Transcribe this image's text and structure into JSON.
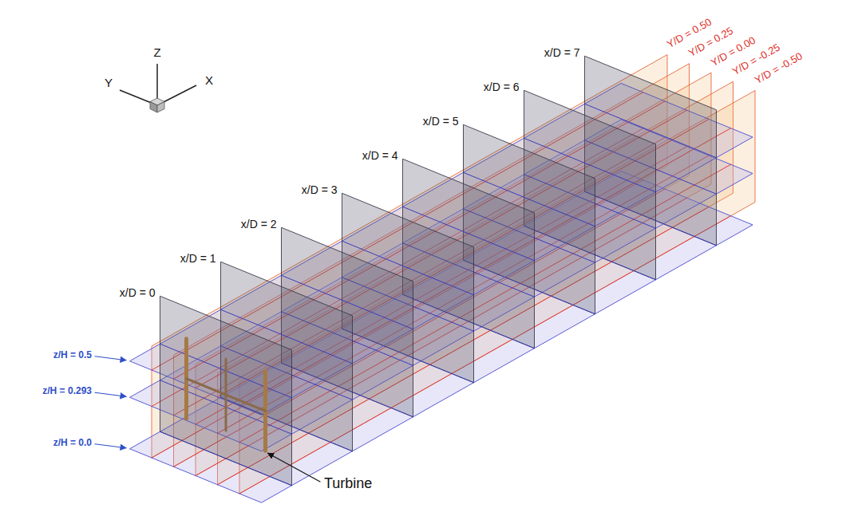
{
  "diagram": {
    "labels": [
      "Z",
      "Y",
      "X",
      "x/D = 0",
      "x/D = 1",
      "x/D = 2",
      "x/D = 3",
      "x/D = 4",
      "x/D = 5",
      "x/D = 6",
      "x/D = 7",
      "Y/D = 0.50",
      "Y/D = 0.25",
      "Y/D = 0.00",
      "Y/D = -0.25",
      "Y/D = -0.50",
      "z/H = 0.5",
      "z/H = 0.293",
      "z/H = 0.0",
      "Turbine"
    ]
  }
}
